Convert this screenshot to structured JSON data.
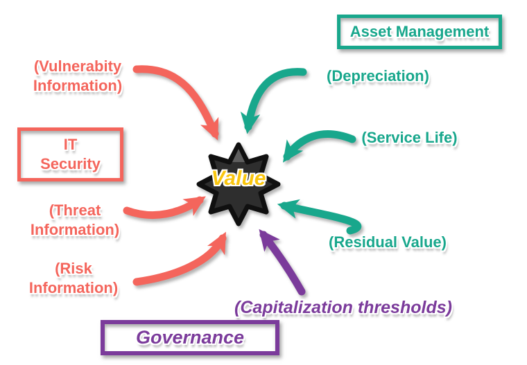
{
  "colors": {
    "red": "#F4655C",
    "teal": "#18A78C",
    "purple": "#7B3B9B",
    "star_fill": "#2E2E2E",
    "star_stroke": "#101010",
    "star_highlight": "#5E5E5E",
    "value_yellow": "#FAC60E"
  },
  "center": {
    "label": "Value",
    "shape": "eight-point-star"
  },
  "asset_management": {
    "box_label": "Asset Management",
    "depreciation": "(Depreciation)",
    "service_life": "(Service Life)",
    "residual_value": "(Residual Value)"
  },
  "it_security": {
    "box_label_line1": "IT",
    "box_label_line2": "Security",
    "vulnerability_line1": "(Vulnerabity",
    "vulnerability_line2": "Information)",
    "threat_line1": "(Threat",
    "threat_line2": "Information)",
    "risk_line1": "(Risk",
    "risk_line2": "Information)"
  },
  "governance": {
    "box_label": "Governance",
    "capitalization": "(Capitalization thresholds)"
  }
}
